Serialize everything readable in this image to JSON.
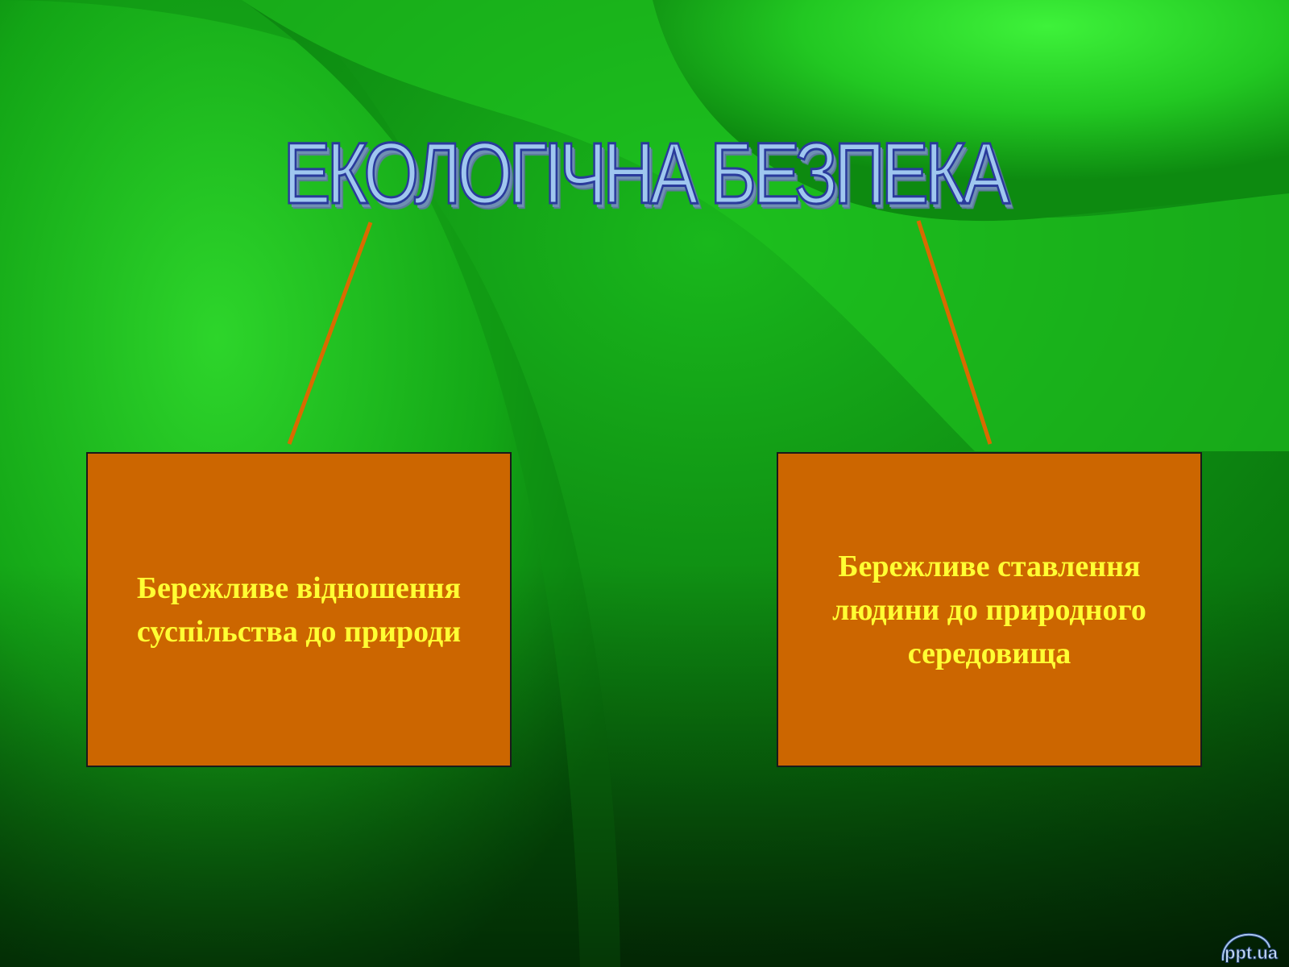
{
  "slide": {
    "title": "ЕКОЛОГІЧНА БЕЗПЕКА",
    "boxes": [
      {
        "text": "Бережливе відношення суспільства до природи"
      },
      {
        "text": "Бережливе ставлення людини до природного середовища"
      }
    ],
    "logo_text": "ppt.ua"
  },
  "colors": {
    "background_dark": "#0b7a12",
    "background_light": "#33e830",
    "box_fill": "#cc6600",
    "box_text": "#ffff33",
    "connector": "#d96a00",
    "title_fill": "#9fc7ef",
    "title_outline": "#2a3a9c"
  }
}
